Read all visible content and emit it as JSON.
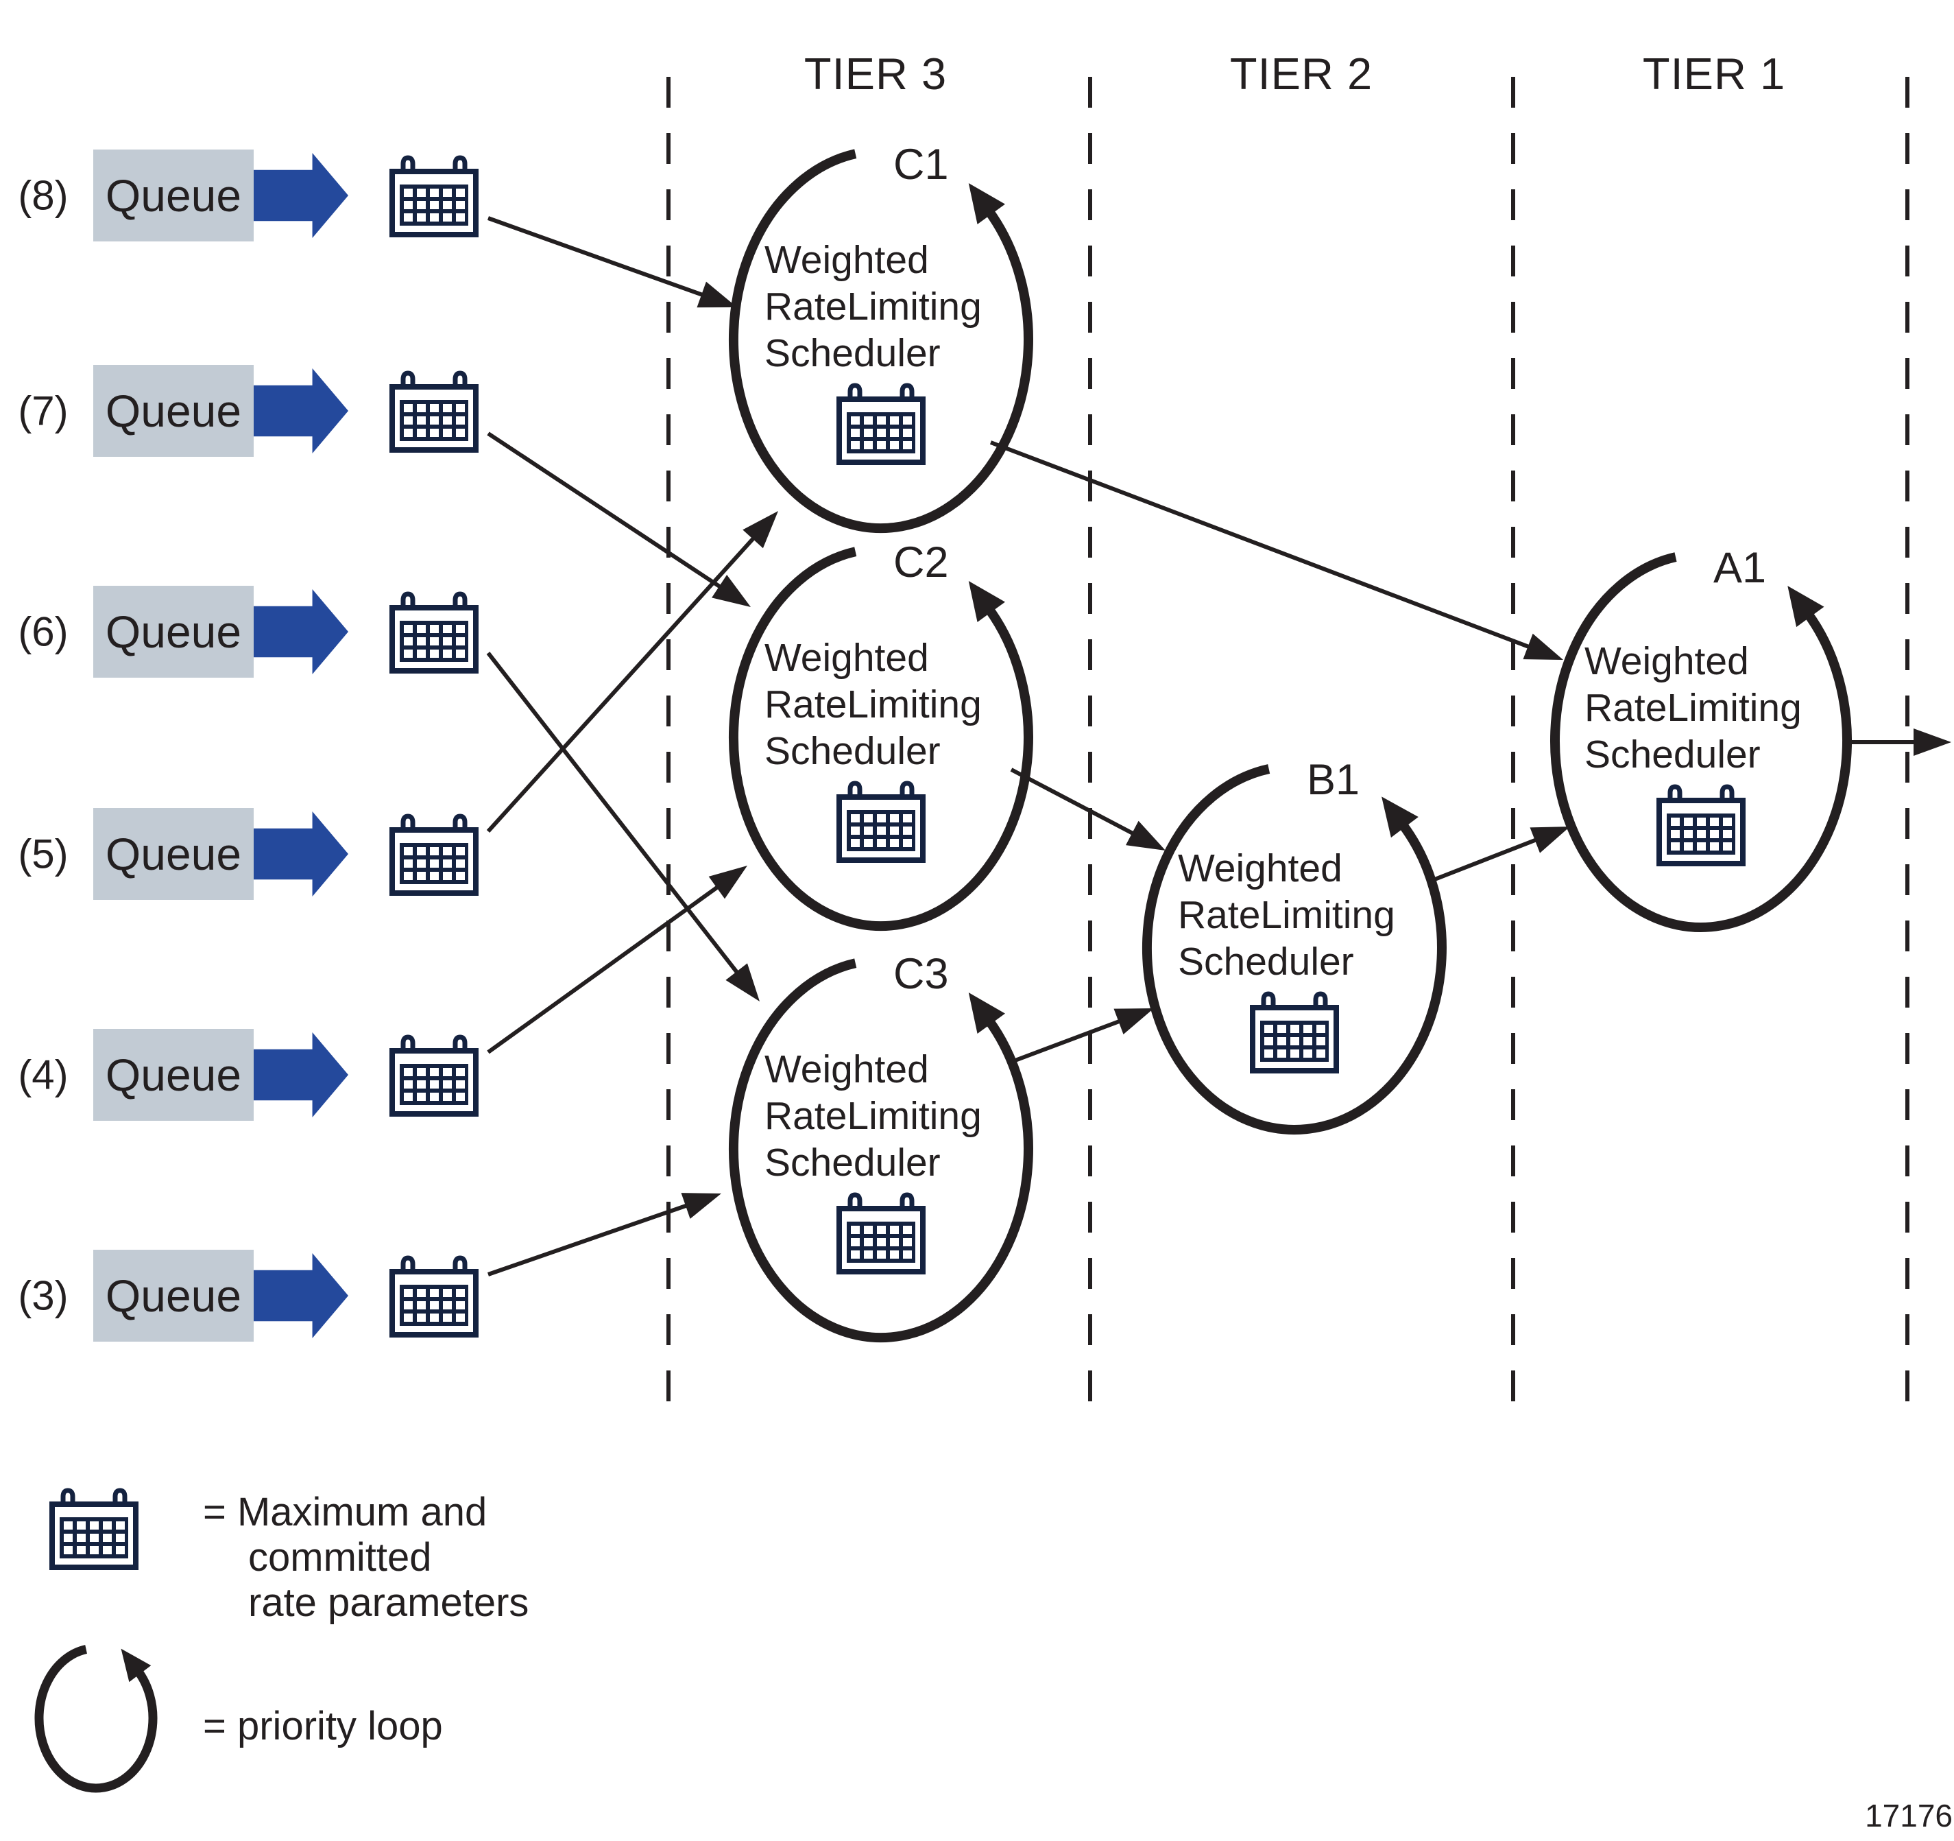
{
  "figure": {
    "number": "17176"
  },
  "tiers": [
    {
      "label": "TIER 3"
    },
    {
      "label": "TIER 2"
    },
    {
      "label": "TIER 1"
    }
  ],
  "queues": {
    "box_label": "Queue",
    "rows": [
      {
        "id": "(8)"
      },
      {
        "id": "(7)"
      },
      {
        "id": "(6)"
      },
      {
        "id": "(5)"
      },
      {
        "id": "(4)"
      },
      {
        "id": "(3)"
      }
    ]
  },
  "schedulers": {
    "text_lines": [
      "Weighted",
      "RateLimiting",
      "Scheduler"
    ],
    "nodes": [
      {
        "id": "C1"
      },
      {
        "id": "C2"
      },
      {
        "id": "C3"
      },
      {
        "id": "B1"
      },
      {
        "id": "A1"
      }
    ]
  },
  "legend": {
    "rate_line1": "= Maximum and",
    "rate_line2": "committed",
    "rate_line3": "rate parameters",
    "loop_label": "= priority loop"
  },
  "icons": {
    "calendar": "maximum-and-committed-rate-parameters-icon",
    "loop": "priority-loop-icon",
    "queue_arrow": "queue-output-arrow-icon"
  },
  "colors": {
    "line": "#231f20",
    "navy": "#142240",
    "blue": "#24499c",
    "queue_gray": "#c2cbd4"
  }
}
